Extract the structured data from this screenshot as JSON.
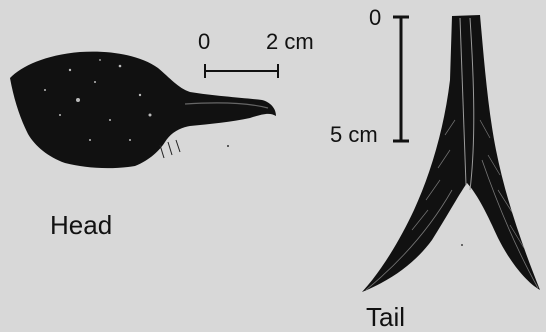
{
  "labels": {
    "head": "Head",
    "tail": "Tail"
  },
  "head_scale": {
    "start": "0",
    "end": "2 cm"
  },
  "tail_scale": {
    "start": "0",
    "end": "5 cm"
  },
  "colors": {
    "background": "#d8d8d8",
    "ink": "#111111"
  }
}
